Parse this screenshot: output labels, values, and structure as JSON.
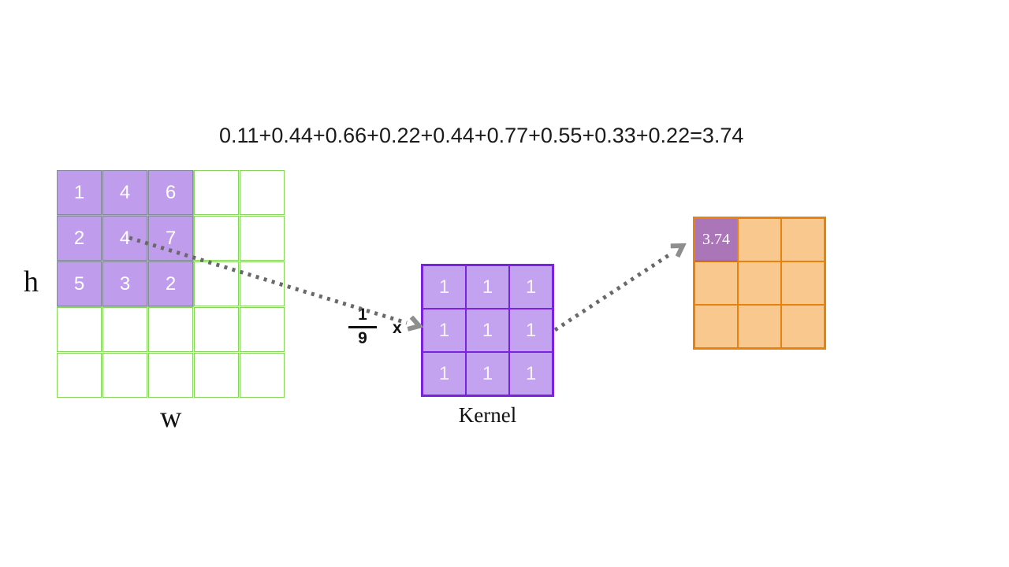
{
  "formula": "0.11+0.44+0.66+0.22+0.44+0.77+0.55+0.33+0.22=3.74",
  "input_grid": {
    "label_h": "h",
    "label_w": "w",
    "rows": 5,
    "cols": 5,
    "highlight_region": {
      "row_start": 0,
      "col_start": 0,
      "rows": 3,
      "cols": 3
    },
    "values": [
      [
        "1",
        "4",
        "6",
        "",
        ""
      ],
      [
        "2",
        "4",
        "7",
        "",
        ""
      ],
      [
        "5",
        "3",
        "2",
        "",
        ""
      ],
      [
        "",
        "",
        "",
        "",
        ""
      ],
      [
        "",
        "",
        "",
        "",
        ""
      ]
    ]
  },
  "scale_factor": {
    "numerator": "1",
    "denominator": "9",
    "operator": "x"
  },
  "kernel": {
    "label": "Kernel",
    "rows": 3,
    "cols": 3,
    "values": [
      [
        "1",
        "1",
        "1"
      ],
      [
        "1",
        "1",
        "1"
      ],
      [
        "1",
        "1",
        "1"
      ]
    ]
  },
  "output_grid": {
    "rows": 3,
    "cols": 3,
    "highlight_cell": {
      "row": 0,
      "col": 0
    },
    "values": [
      [
        "3.74",
        "",
        ""
      ],
      [
        "",
        "",
        ""
      ],
      [
        "",
        "",
        ""
      ]
    ]
  },
  "colors": {
    "grid_green": "#86d55c",
    "highlight_purple": "rgba(134,66,219,0.52)",
    "kernel_fill": "#c3a2ef",
    "kernel_border": "#7a22dd",
    "output_fill": "#f9c88f",
    "output_border": "#e8820e",
    "output_highlight": "#aa76b8",
    "arrow_dots": "#696969",
    "arrow_head": "#8e8e8e",
    "text_black": "#1b1b1b",
    "cell_text_white": "#ffffff"
  }
}
